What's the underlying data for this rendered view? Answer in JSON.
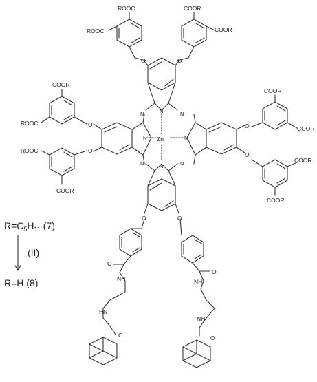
{
  "labels": {
    "ester_group": "COOR",
    "ester_group_rev": "ROOC",
    "ether_oxygen": "O",
    "carbonyl_oxygen": "O",
    "bridge_nitrogen": "N",
    "metal": "Zn",
    "amide": "NH",
    "amide_rev": "HN"
  },
  "reaction": {
    "start_prefix": "R=C",
    "start_sub5": "5",
    "start_mid": "H",
    "start_sub11": "11",
    "start_num": " (7)",
    "step": "(II)",
    "product": "R=H (8)"
  },
  "colors": {
    "bond": "#333333",
    "text": "#222222",
    "background": "#ffffff"
  }
}
